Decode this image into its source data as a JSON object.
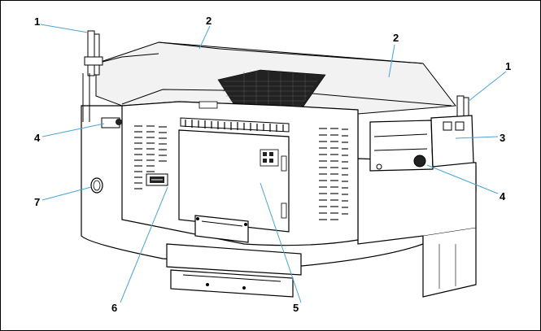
{
  "figure": {
    "colors": {
      "line": "#000000",
      "leader": "#4aa3d8",
      "background": "#ffffff",
      "grille": "#222222"
    },
    "callouts": [
      {
        "id": "c1a",
        "label": "1"
      },
      {
        "id": "c2a",
        "label": "2"
      },
      {
        "id": "c2b",
        "label": "2"
      },
      {
        "id": "c1b",
        "label": "1"
      },
      {
        "id": "c4a",
        "label": "4"
      },
      {
        "id": "c3",
        "label": "3"
      },
      {
        "id": "c4b",
        "label": "4"
      },
      {
        "id": "c7",
        "label": "7"
      },
      {
        "id": "c6",
        "label": "6"
      },
      {
        "id": "c5",
        "label": "5"
      }
    ]
  }
}
